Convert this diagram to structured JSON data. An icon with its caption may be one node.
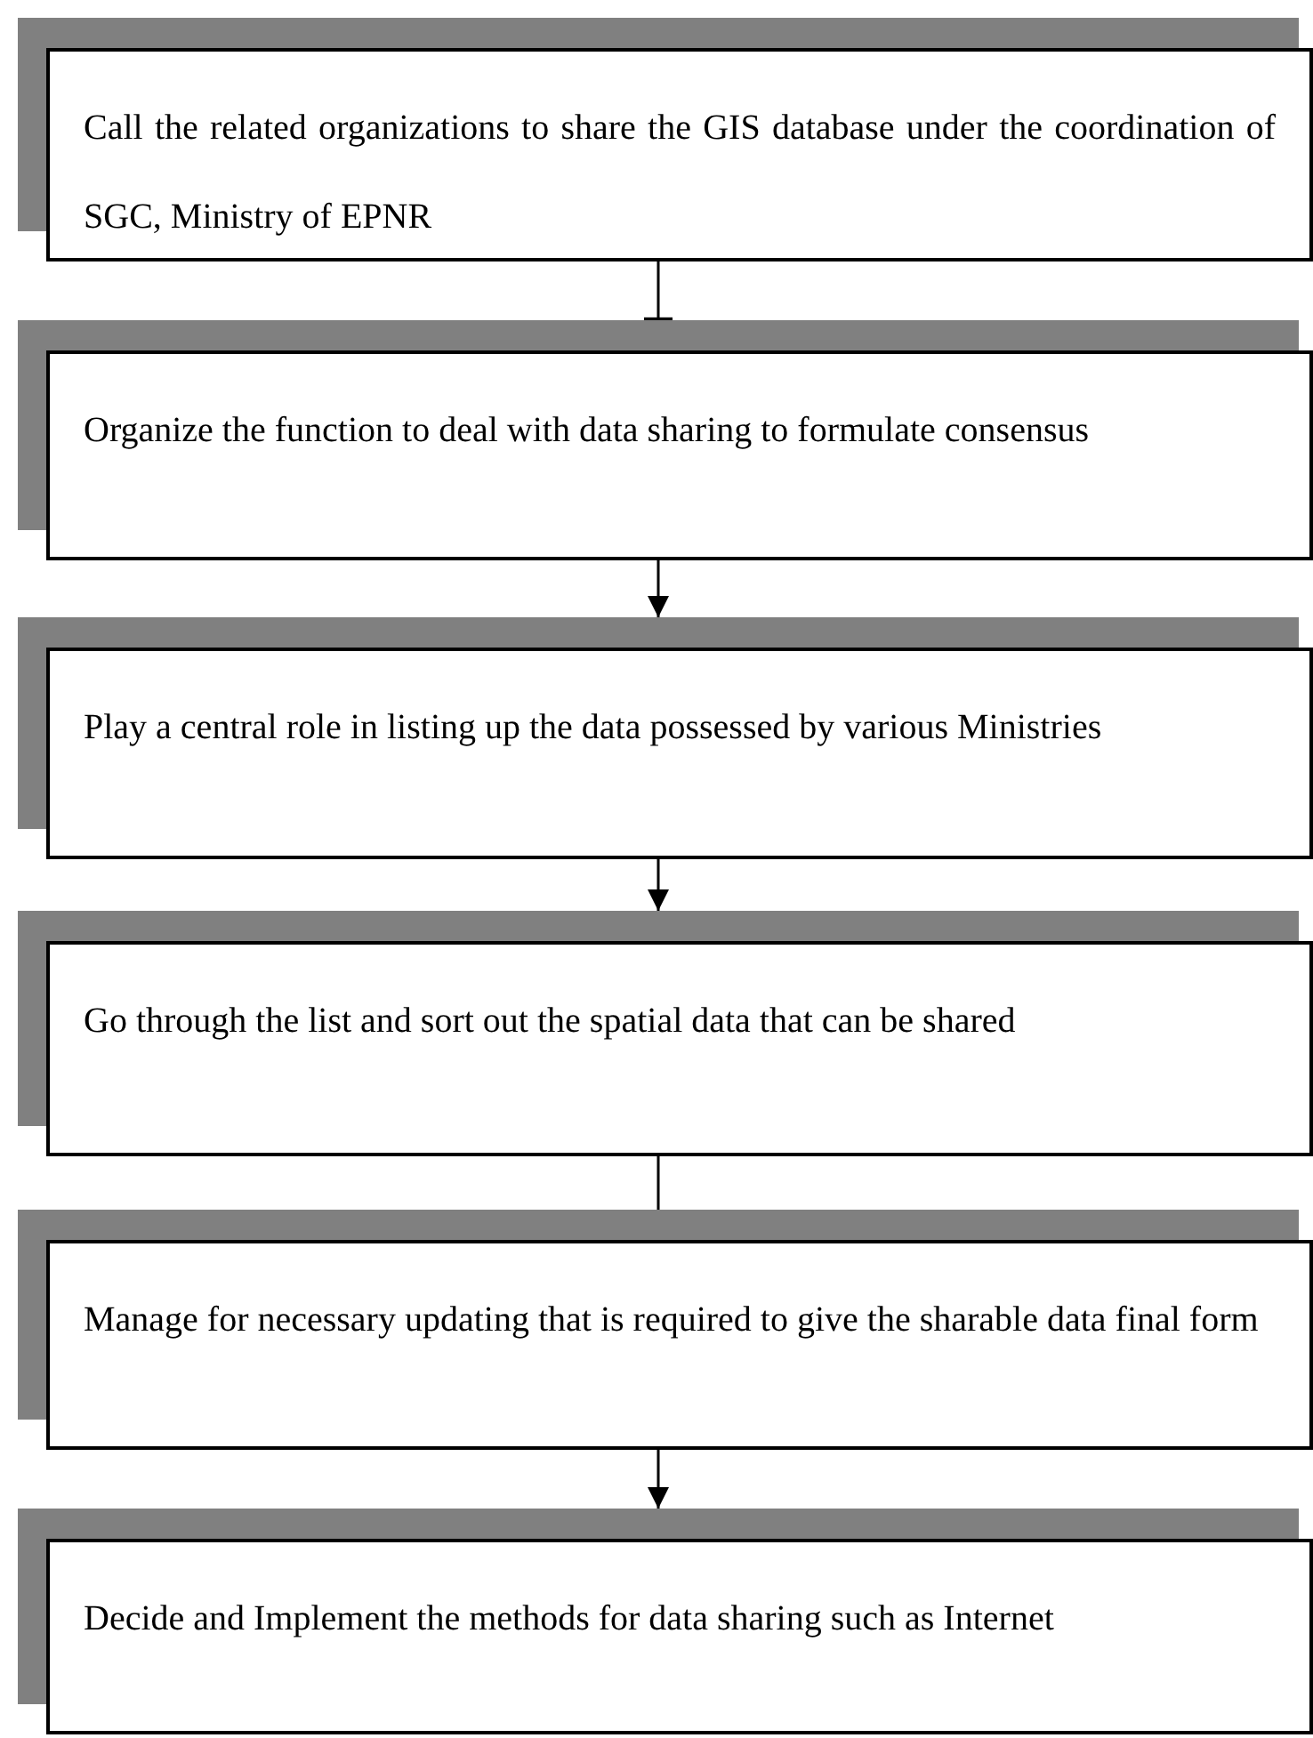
{
  "diagram": {
    "nodes": [
      {
        "text": [
          "Call the related organizations to share the GIS database under the coordination of SGC, Ministry of EPNR"
        ]
      },
      {
        "text": [
          "Organize the function to deal with data sharing to formulate consensus"
        ]
      },
      {
        "text": [
          "Play a central role in listing up the data possessed by various Ministries"
        ]
      },
      {
        "text": [
          "Go through the list and sort out the spatial data that can be shared"
        ]
      },
      {
        "text": [
          "Manage for necessary updating that is required to give the sharable data final form"
        ]
      },
      {
        "text": [
          "Decide and Implement the methods for data sharing such as Internet"
        ]
      }
    ],
    "edges": [
      {
        "from": 0,
        "to": 1,
        "arrow": "other"
      },
      {
        "from": 1,
        "to": 2,
        "arrow": "to"
      },
      {
        "from": 2,
        "to": 3,
        "arrow": "to"
      },
      {
        "from": 3,
        "to": 4,
        "arrow": "none"
      },
      {
        "from": 4,
        "to": 5,
        "arrow": "to"
      }
    ]
  }
}
